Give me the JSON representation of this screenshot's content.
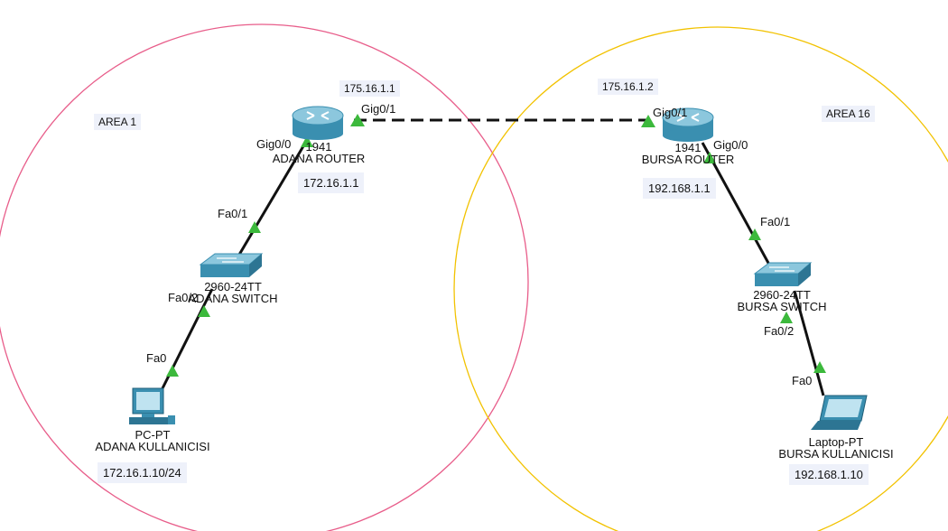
{
  "areas": [
    {
      "label": "AREA 1",
      "color": "#e85d8a"
    },
    {
      "label": "AREA 16",
      "color": "#f2c200"
    }
  ],
  "devices": {
    "adana_router": {
      "model": "1941",
      "name": "ADANA ROUTER",
      "ip": "172.16.1.1",
      "wan_ip": "175.16.1.1"
    },
    "bursa_router": {
      "model": "1941",
      "name": "BURSA ROUTER",
      "ip": "192.168.1.1",
      "wan_ip": "175.16.1.2"
    },
    "adana_switch": {
      "model": "2960-24TT",
      "name": "ADANA SWITCH"
    },
    "bursa_switch": {
      "model": "2960-24TT",
      "name": "BURSA SWITCH"
    },
    "adana_pc": {
      "model": "PC-PT",
      "name": "ADANA KULLANICISI",
      "ip": "172.16.1.10/24"
    },
    "bursa_laptop": {
      "model": "Laptop-PT",
      "name": "BURSA KULLANICISI",
      "ip": "192.168.1.10"
    }
  },
  "ports": {
    "adana_r_g01": "Gig0/1",
    "adana_r_g00": "Gig0/0",
    "adana_sw_fa01": "Fa0/1",
    "adana_sw_fa02": "Fa0/2",
    "adana_pc_fa0": "Fa0",
    "bursa_r_g01": "Gig0/1",
    "bursa_r_g00": "Gig0/0",
    "bursa_sw_fa01": "Fa0/1",
    "bursa_sw_fa02": "Fa0/2",
    "bursa_lt_fa0": "Fa0"
  },
  "colors": {
    "link": "#111111",
    "link_up": "#3cb93c",
    "device": "#3a8fb0",
    "device_light": "#8cc7dd"
  }
}
